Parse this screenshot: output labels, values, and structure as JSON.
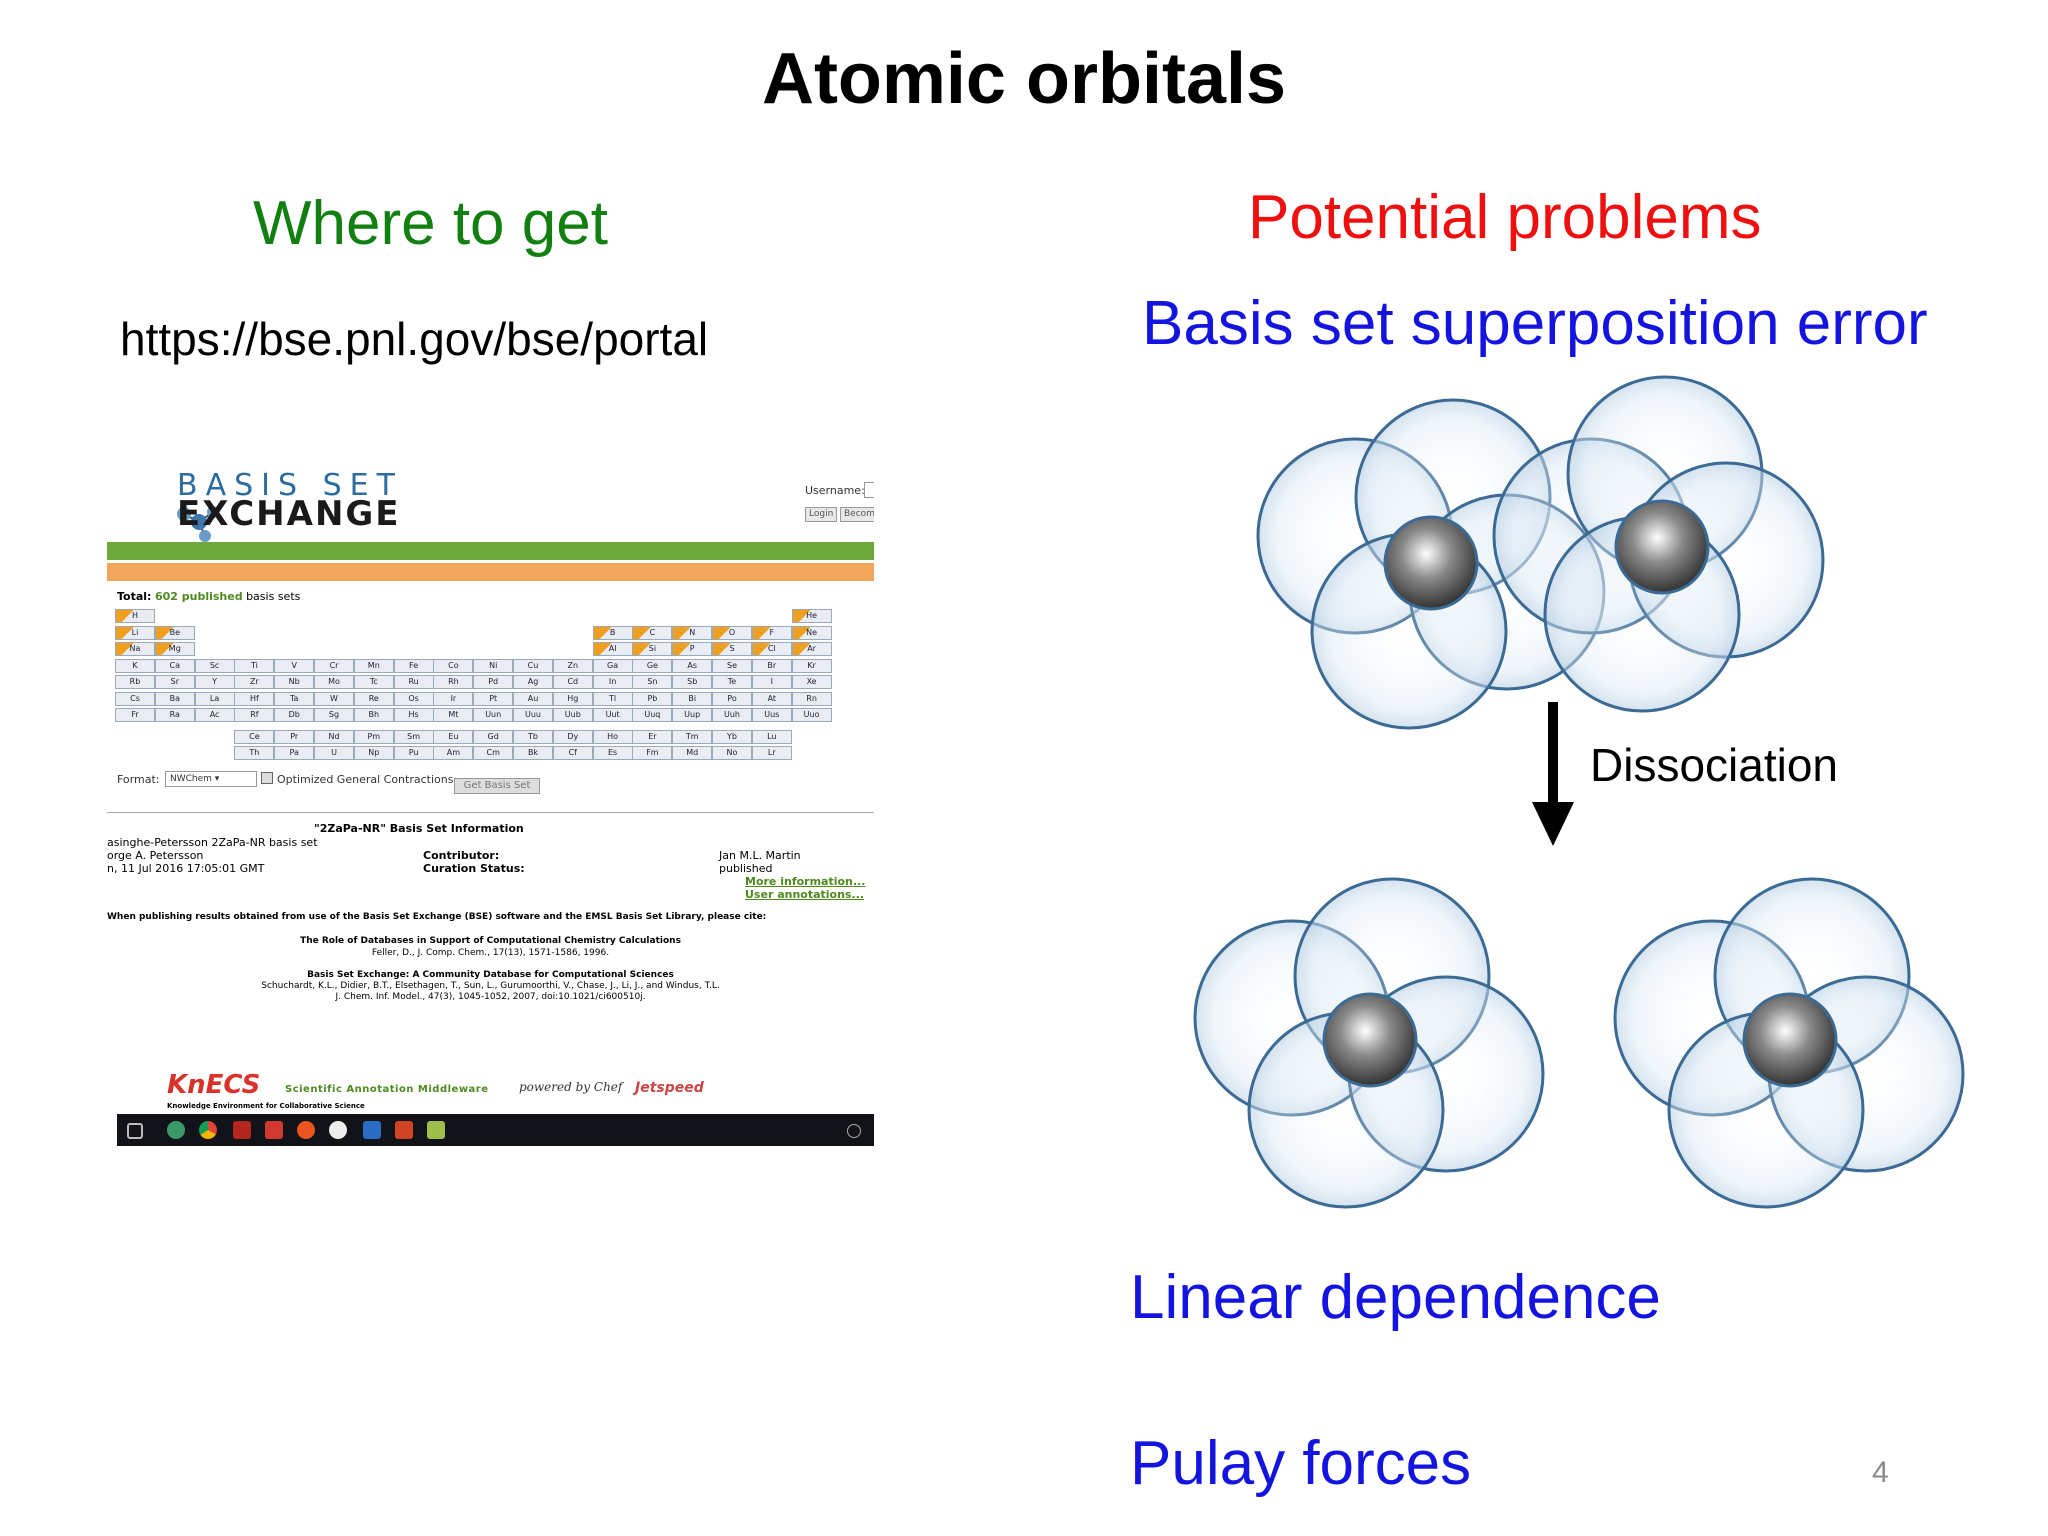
{
  "slide": {
    "title": "Atomic orbitals",
    "where_heading": "Where to get",
    "url": "https://bse.pnl.gov/bse/portal",
    "problems_heading": "Potential problems",
    "bsse": "Basis set superposition error",
    "dissociation": "Dissociation",
    "linear_dependence": "Linear dependence",
    "pulay": "Pulay forces",
    "page_number": "4"
  },
  "screenshot": {
    "logo_line1": "BASIS SET",
    "logo_line2": "EXCHANGE",
    "username_label": "Username:",
    "login_label": "Login",
    "become_label": "Becom",
    "total_label": "Total:",
    "total_count": "602 published",
    "total_suffix": "basis sets",
    "elements": {
      "row1": [
        "H",
        "He"
      ],
      "row2": [
        "Li",
        "Be",
        "B",
        "C",
        "N",
        "O",
        "F",
        "Ne"
      ],
      "row3": [
        "Na",
        "Mg",
        "Al",
        "Si",
        "P",
        "S",
        "Cl",
        "Ar"
      ],
      "row4": [
        "K",
        "Ca",
        "Sc",
        "Ti",
        "V",
        "Cr",
        "Mn",
        "Fe",
        "Co",
        "Ni",
        "Cu",
        "Zn",
        "Ga",
        "Ge",
        "As",
        "Se",
        "Br",
        "Kr"
      ],
      "row5": [
        "Rb",
        "Sr",
        "Y",
        "Zr",
        "Nb",
        "Mo",
        "Tc",
        "Ru",
        "Rh",
        "Pd",
        "Ag",
        "Cd",
        "In",
        "Sn",
        "Sb",
        "Te",
        "I",
        "Xe"
      ],
      "row6": [
        "Cs",
        "Ba",
        "La",
        "Hf",
        "Ta",
        "W",
        "Re",
        "Os",
        "Ir",
        "Pt",
        "Au",
        "Hg",
        "Tl",
        "Pb",
        "Bi",
        "Po",
        "At",
        "Rn"
      ],
      "row7": [
        "Fr",
        "Ra",
        "Ac",
        "Rf",
        "Db",
        "Sg",
        "Bh",
        "Hs",
        "Mt",
        "Uun",
        "Uuu",
        "Uub",
        "Uut",
        "Uuq",
        "Uup",
        "Uuh",
        "Uus",
        "Uuo"
      ],
      "lanth": [
        "Ce",
        "Pr",
        "Nd",
        "Pm",
        "Sm",
        "Eu",
        "Gd",
        "Tb",
        "Dy",
        "Ho",
        "Er",
        "Tm",
        "Yb",
        "Lu"
      ],
      "actin": [
        "Th",
        "Pa",
        "U",
        "Np",
        "Pu",
        "Am",
        "Cm",
        "Bk",
        "Cf",
        "Es",
        "Fm",
        "Md",
        "No",
        "Lr"
      ]
    },
    "format_label": "Format:",
    "format_value": "NWChem",
    "optimized_label": "Optimized General Contractions",
    "get_button": "Get Basis Set",
    "info_title": "\"2ZaPa-NR\" Basis Set Information",
    "info_l1": "asinghe-Petersson 2ZaPa-NR basis set",
    "info_l2": "orge A. Petersson",
    "info_l3": "n, 11 Jul 2016 17:05:01 GMT",
    "contributor_label": "Contributor:",
    "curation_label": "Curation Status:",
    "contributor_value": "Jan M.L. Martin",
    "curation_value": "published",
    "more_info": "More information...",
    "user_annotations": "User annotations...",
    "cite_note": "When publishing results obtained from use of the Basis Set Exchange (BSE) software and the EMSL Basis Set Library, please cite:",
    "cite1_title": "The Role of Databases in Support of Computational Chemistry Calculations",
    "cite1_ref": "Feller, D., J. Comp. Chem., 17(13), 1571-1586, 1996.",
    "cite2_title": "Basis Set Exchange: A Community Database for Computational Sciences",
    "cite2_authors": "Schuchardt, K.L., Didier, B.T., Elsethagen, T., Sun, L., Gurumoorthi, V., Chase, J., Li, J., and Windus, T.L.",
    "cite2_ref": "J. Chem. Inf. Model., 47(3), 1045-1052, 2007, doi:10.1021/ci600510j.",
    "footer_kecs": "KnECS",
    "footer_kecs_sub": "Knowledge Environment for Collaborative Science",
    "footer_sam": "Scientific Annotation Middleware",
    "footer_chef": "powered by Chef",
    "footer_jetspeed": "Jetspeed"
  }
}
